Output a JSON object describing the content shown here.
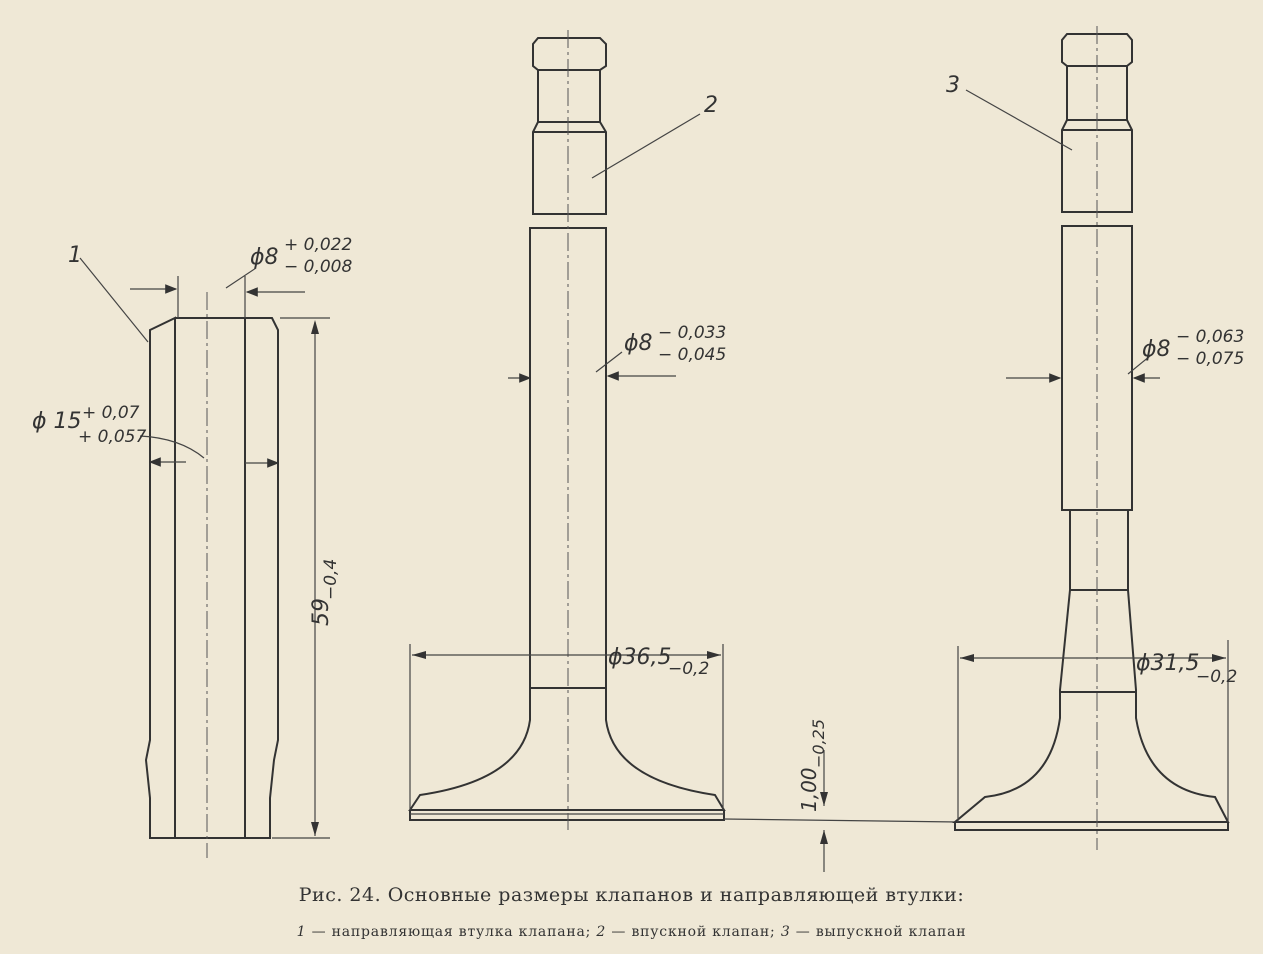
{
  "figure": {
    "caption_title": "Рис. 24. Основные размеры клапанов и направляющей втулки:",
    "legend": [
      {
        "num": "1",
        "text": "направляющая втулка клапана;"
      },
      {
        "num": "2",
        "text": "впускной клапан;"
      },
      {
        "num": "3",
        "text": "выпускной клапан"
      }
    ]
  },
  "labels": {
    "part1": "1",
    "part2": "2",
    "part3": "3"
  },
  "dimensions": {
    "bore": {
      "main": "ϕ8",
      "upper": "+ 0,022",
      "lower": "− 0,008"
    },
    "outer": {
      "main": "ϕ 15",
      "upper": "+ 0,07",
      "lower": "+ 0,057"
    },
    "length": {
      "main": "59",
      "sub": "−0,4"
    },
    "intake_stem": {
      "main": "ϕ8",
      "upper": "− 0,033",
      "lower": "− 0,045"
    },
    "exhaust_stem": {
      "main": "ϕ8",
      "upper": "− 0,063",
      "lower": "− 0,075"
    },
    "intake_head": {
      "main": "ϕ36,5",
      "sub": "−0,2"
    },
    "exhaust_head": {
      "main": "ϕ31,5",
      "sub": "−0,2"
    },
    "recess": {
      "main": "1,00",
      "sub": "−0,25"
    }
  },
  "colors": {
    "paper": "#efe8d6",
    "ink": "#333333"
  }
}
